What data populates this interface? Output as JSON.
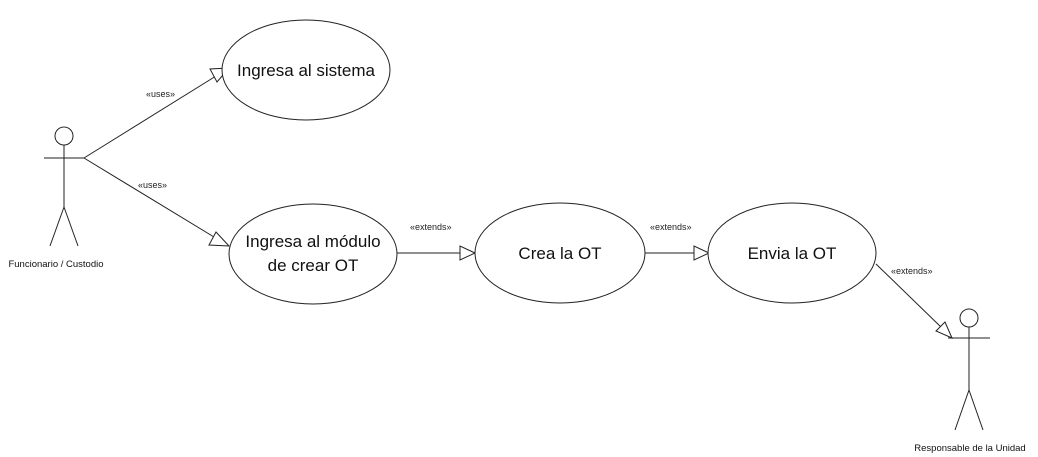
{
  "actors": {
    "funcionario": {
      "label": "Funcionario / Custodio"
    },
    "responsable": {
      "label": "Responsable de la Unidad"
    }
  },
  "use_cases": {
    "ingresa_sistema": {
      "label": "Ingresa al sistema"
    },
    "ingresa_modulo": {
      "label_line1": "Ingresa al módulo",
      "label_line2": "de crear OT"
    },
    "crea_ot": {
      "label": "Crea la OT"
    },
    "envia_ot": {
      "label": "Envia la OT"
    }
  },
  "relations": [
    {
      "from": "Funcionario / Custodio",
      "to": "Ingresa al sistema",
      "stereotype": "«uses»"
    },
    {
      "from": "Funcionario / Custodio",
      "to": "Ingresa al módulo de crear OT",
      "stereotype": "«uses»"
    },
    {
      "from": "Ingresa al módulo de crear OT",
      "to": "Crea la OT",
      "stereotype": "«extends»"
    },
    {
      "from": "Crea la OT",
      "to": "Envia la OT",
      "stereotype": "«extends»"
    },
    {
      "from": "Envia la OT",
      "to": "Responsable de la Unidad",
      "stereotype": "«extends»"
    }
  ]
}
